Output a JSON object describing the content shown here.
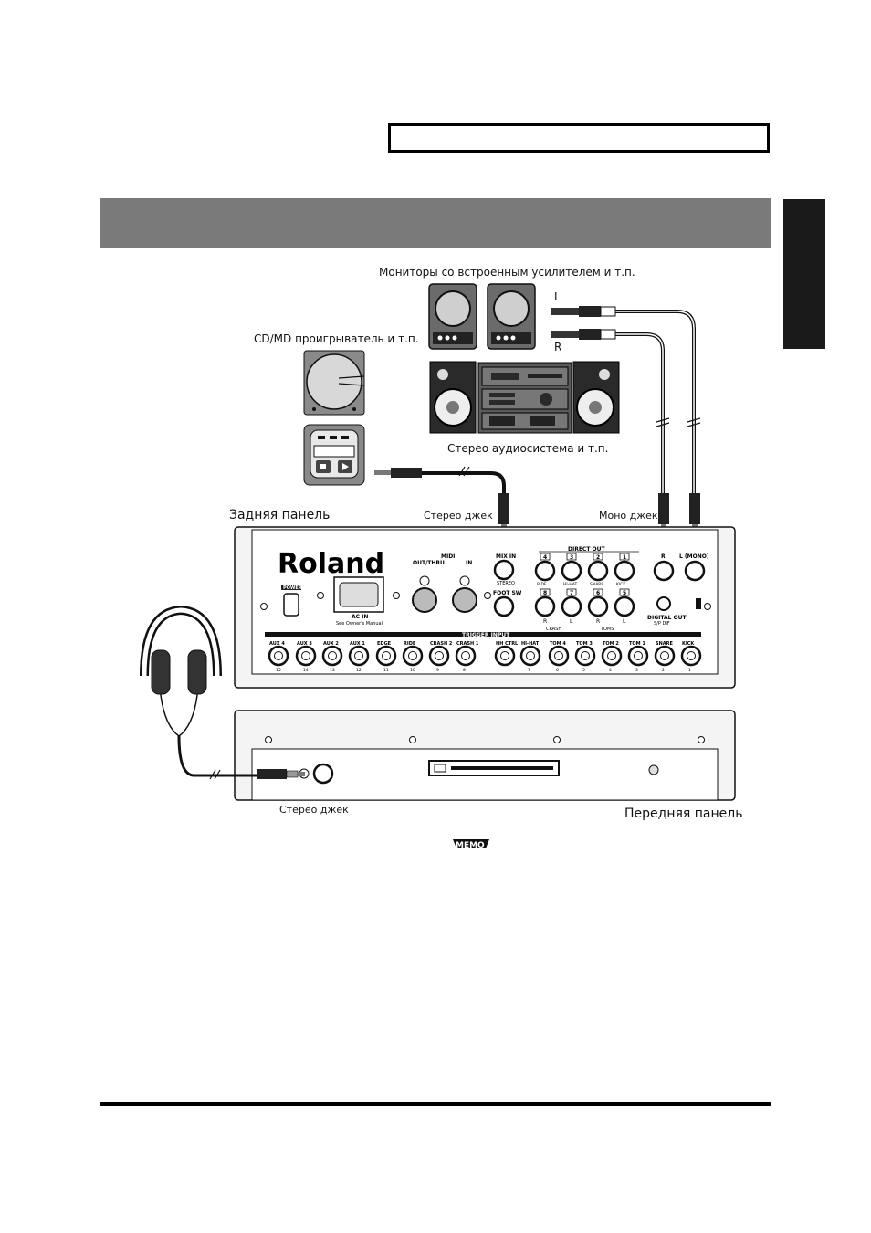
{
  "labels": {
    "monitors": "Мониторы со встроенным усилителем и т.п.",
    "cd_md": "CD/MD проигрыватель и т.п.",
    "stereo_system": "Стерео аудиосистема и т.п.",
    "rear_panel": "Задняя панель",
    "stereo_jack_rear": "Стерео джек",
    "mono_jack": "Моно джек",
    "stereo_jack_front": "Стерео джек",
    "front_panel": "Передняя панель",
    "channel_l": "L",
    "channel_r": "R"
  },
  "device": {
    "brand": "Roland",
    "midi": "MIDI",
    "midi_out_thru": "OUT/THRU",
    "midi_in": "IN",
    "power": "POWER",
    "ac_in": "AC IN",
    "ac_note": "See Owner's Manual",
    "mix_in": "MIX IN",
    "mix_in_sub": "STEREO",
    "foot_sw": "FOOT SW",
    "direct_out": "DIRECT OUT",
    "digital_out": "DIGITAL OUT",
    "digital_out_sub": "S/P DIF",
    "out_r": "R",
    "out_l": "L (MONO)",
    "trigger_input": "TRIGGER INPUT",
    "crash": "CRASH",
    "toms": "TOMS",
    "direct_numbers": [
      "4",
      "3",
      "2",
      "1"
    ],
    "direct_names": [
      "RIDE",
      "HI-HAT",
      "SNARE",
      "KICK"
    ],
    "direct_lower_numbers": [
      "8",
      "7",
      "6",
      "5"
    ],
    "direct_lower_sides": [
      "R",
      "L",
      "R",
      "L"
    ],
    "trigger_names": [
      "AUX 4",
      "AUX 3",
      "AUX 2",
      "AUX 1",
      "EDGE",
      "RIDE",
      "CRASH 2",
      "CRASH 1",
      "HH CTRL",
      "HI-HAT",
      "TOM 4",
      "TOM 3",
      "TOM 2",
      "TOM 1",
      "SNARE",
      "KICK"
    ],
    "trigger_numbers": [
      "15",
      "14",
      "13",
      "12",
      "11",
      "10",
      "9",
      "8",
      "",
      "7",
      "6",
      "5",
      "4",
      "3",
      "2",
      "1"
    ]
  },
  "memo_icon": "MEMO"
}
